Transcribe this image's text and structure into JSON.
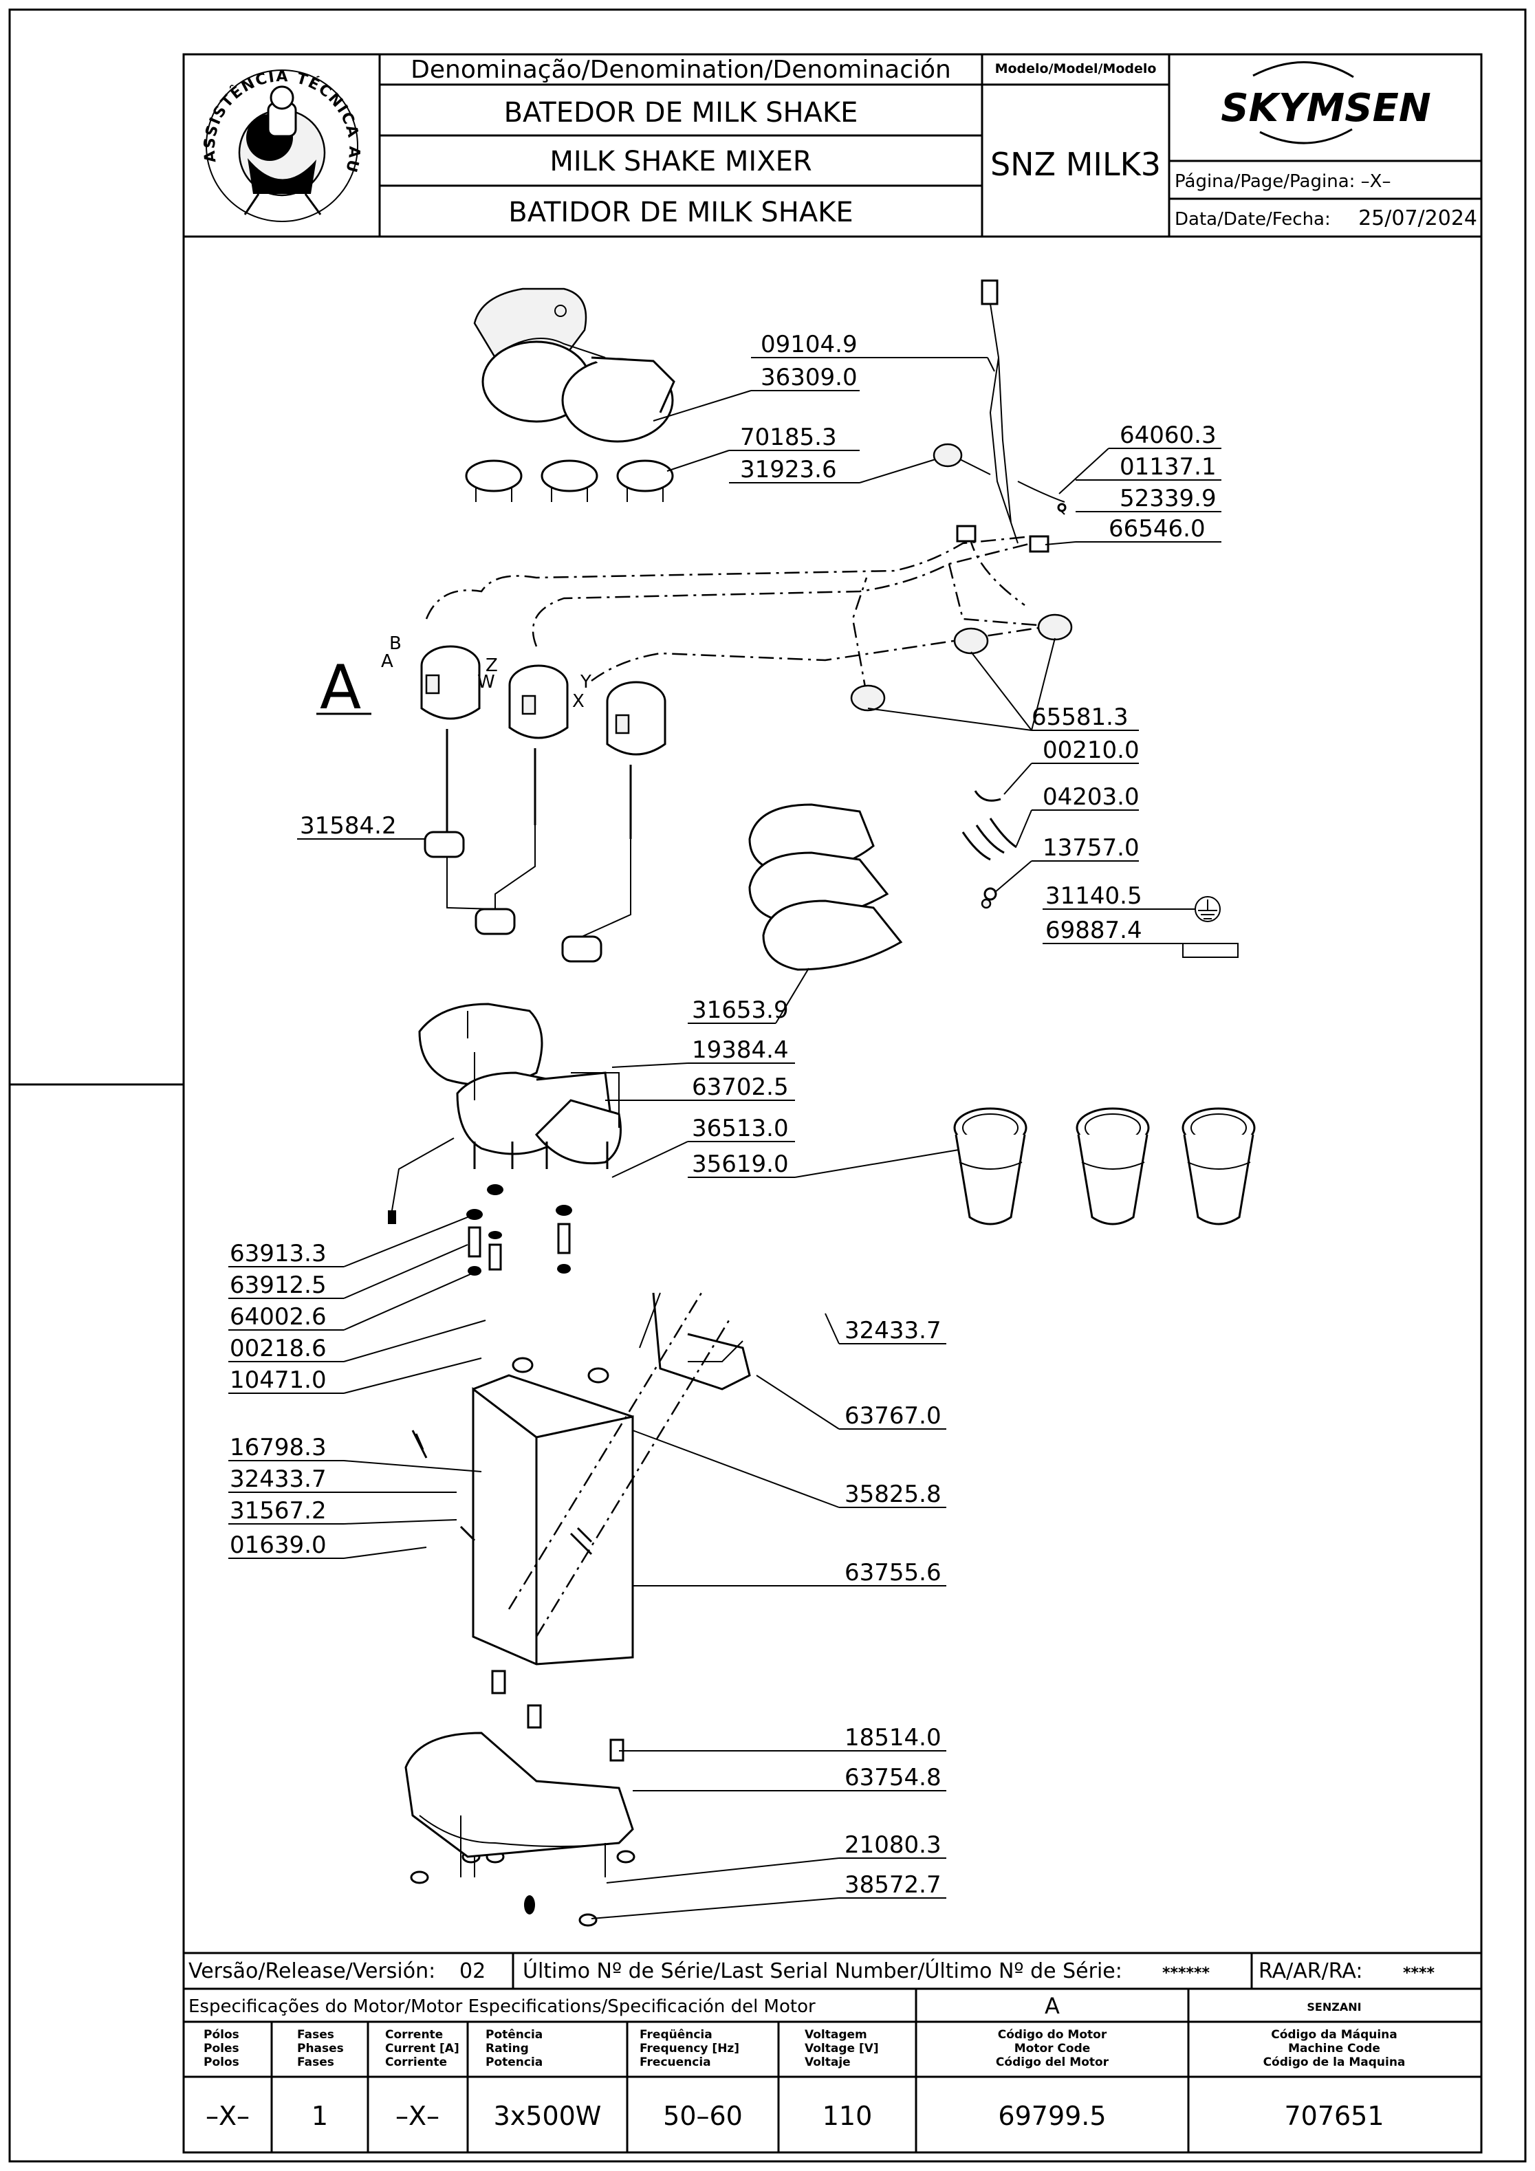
{
  "header": {
    "seal_text": "ASSISTÊNCIA TÉCNICA AUTORIZADA",
    "denomination_label": "Denominação/Denomination/Denominación",
    "names": [
      "BATEDOR DE MILK SHAKE",
      "MILK SHAKE MIXER",
      "BATIDOR DE MILK SHAKE"
    ],
    "model_label": "Modelo/Model/Modelo",
    "model_value": "SNZ MILK3",
    "brand": "SKYMSEN",
    "page_label": "Página/Page/Pagina: –X–",
    "date_label": "Data/Date/Fecha:",
    "date_value": "25/07/2024"
  },
  "diagram": {
    "view_label": "A",
    "part_numbers": [
      "09104.9",
      "36309.0",
      "70185.3",
      "31923.6",
      "64060.3",
      "01137.1",
      "52339.9",
      "66546.0",
      "65581.3",
      "00210.0",
      "04203.0",
      "13757.0",
      "31140.5",
      "69887.4",
      "31584.2",
      "31653.9",
      "19384.4",
      "63702.5",
      "36513.0",
      "35619.0",
      "63913.3",
      "63912.5",
      "64002.6",
      "00218.6",
      "10471.0",
      "32433.7",
      "63767.0",
      "16798.3",
      "32433.7",
      "31567.2",
      "01639.0",
      "35825.8",
      "63755.6",
      "18514.0",
      "63754.8",
      "21080.3",
      "38572.7"
    ],
    "wire_letters": [
      "B",
      "A",
      "Z",
      "W",
      "Y",
      "X"
    ]
  },
  "footer": {
    "release_label": "Versão/Release/Versión:",
    "release_value": "02",
    "serial_label": "Último Nº de Série/Last Serial Number/Último Nº de Série:",
    "serial_value": "******",
    "ra_label": "RA/AR/RA:",
    "ra_value": "****",
    "motor_spec_label": "Especificações do Motor/Motor Especifications/Specificación del Motor",
    "motor_spec_value": "A",
    "maker": "SENZANI",
    "columns": [
      {
        "label": [
          "Pólos",
          "Poles",
          "Polos"
        ],
        "value": "–X–"
      },
      {
        "label": [
          "Fases",
          "Phases",
          "Fases"
        ],
        "value": "1"
      },
      {
        "label": [
          "Corrente",
          "Current [A]",
          "Corriente"
        ],
        "value": "–X–"
      },
      {
        "label": [
          "Potência",
          "Rating",
          "Potencia"
        ],
        "value": "3x500W"
      },
      {
        "label": [
          "Freqüência",
          "Frequency [Hz]",
          "Frecuencia"
        ],
        "value": "50–60"
      },
      {
        "label": [
          "Voltagem",
          "Voltage [V]",
          "Voltaje"
        ],
        "value": "110"
      },
      {
        "label": [
          "Código do Motor",
          "Motor Code",
          "Código del Motor"
        ],
        "value": "69799.5"
      },
      {
        "label": [
          "Código da Máquina",
          "Machine Code",
          "Código de la Maquina"
        ],
        "value": "707651"
      }
    ]
  }
}
